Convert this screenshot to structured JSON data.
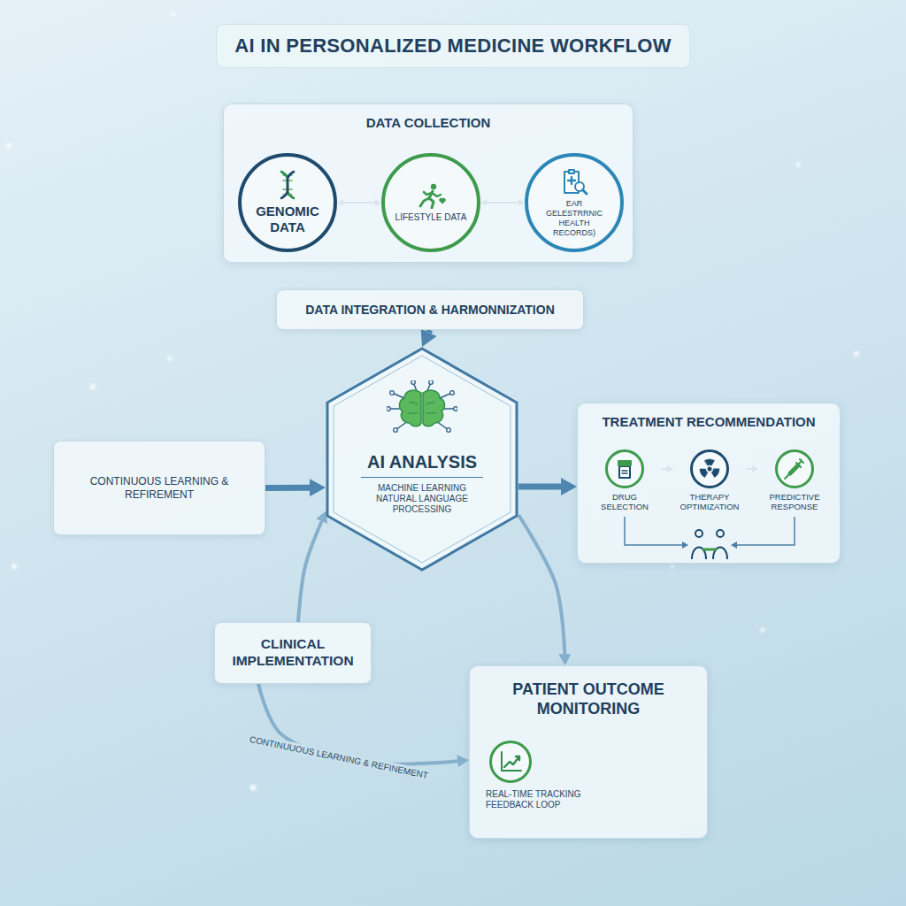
{
  "diagram": {
    "title": "AI IN PERSONALIZED MEDICINE WORKFLOW",
    "nodes": [
      {
        "text": [
          "DATA COLLECTION"
        ]
      },
      {
        "text": [
          "GENOMIC DATA"
        ],
        "in": 0
      },
      {
        "text": [
          "LIFESTYLE DATA"
        ],
        "in": 0
      },
      {
        "text": [
          "EAR GELESTRRNIC HEALTH RECORDS)"
        ],
        "in": 0
      },
      {
        "text": [
          "DATA INTEGRATION & HARMONNIZATION"
        ]
      },
      {
        "text": [
          "CONTINUOUS LEARNING & REFIREMENT"
        ]
      },
      {
        "text": [
          "AI ANALYSIS",
          "MACHINE LEARNING NATURAL LANGUAGE PROCESSING"
        ]
      },
      {
        "text": [
          "TREATMENT RECOMMENDATION"
        ]
      },
      {
        "text": [
          "DRUG SELECTION"
        ],
        "in": 7
      },
      {
        "text": [
          "THERAPY OPTIMIZATION"
        ],
        "in": 7
      },
      {
        "text": [
          "PREDICTIVE RESPONSE"
        ],
        "in": 7
      },
      {
        "text": [
          "CLINICAL IMPLEMENTATION"
        ]
      },
      {
        "text": [
          "PATIENT OUTCOME MONITORING",
          "REAL-TIME TRACKING FEEDBACK LOOP"
        ]
      }
    ],
    "edges": [
      {
        "from": 1,
        "to": 2,
        "arrow": "both"
      },
      {
        "from": 2,
        "to": 3,
        "arrow": "both"
      },
      {
        "from": 4,
        "to": 6,
        "arrow": "to"
      },
      {
        "from": 5,
        "to": 6,
        "arrow": "to"
      },
      {
        "from": 6,
        "to": 7,
        "arrow": "to"
      },
      {
        "from": 8,
        "to": 9,
        "arrow": "to"
      },
      {
        "from": 9,
        "to": 10,
        "arrow": "to"
      },
      {
        "from": 6,
        "to": 12,
        "arrow": "to"
      },
      {
        "from": 11,
        "to": 12,
        "label": "CONTINUUOUS LEARNING & REFINEMENT",
        "arrow": "to"
      },
      {
        "from": 11,
        "to": 6,
        "arrow": "to"
      }
    ]
  }
}
